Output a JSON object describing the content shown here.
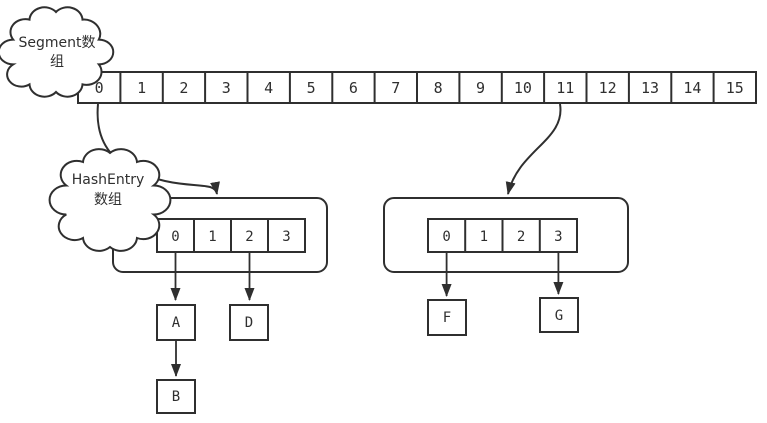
{
  "colors": {
    "stroke": "#2f2f2f",
    "background": "#ffffff",
    "arrowhead_fill": "#2f2f2f"
  },
  "clouds": {
    "segment": {
      "line1": "Segment数",
      "line2": "组"
    },
    "hashentry": {
      "line1": "HashEntry",
      "line2": "数组"
    }
  },
  "segment_array": {
    "cells": [
      "0",
      "1",
      "2",
      "3",
      "4",
      "5",
      "6",
      "7",
      "8",
      "9",
      "10",
      "11",
      "12",
      "13",
      "14",
      "15"
    ]
  },
  "left_bucket": {
    "cells": [
      "0",
      "1",
      "2",
      "3"
    ]
  },
  "right_bucket": {
    "cells": [
      "0",
      "1",
      "2",
      "3"
    ]
  },
  "nodes": {
    "a": "A",
    "b": "B",
    "d": "D",
    "f": "F",
    "g": "G"
  }
}
